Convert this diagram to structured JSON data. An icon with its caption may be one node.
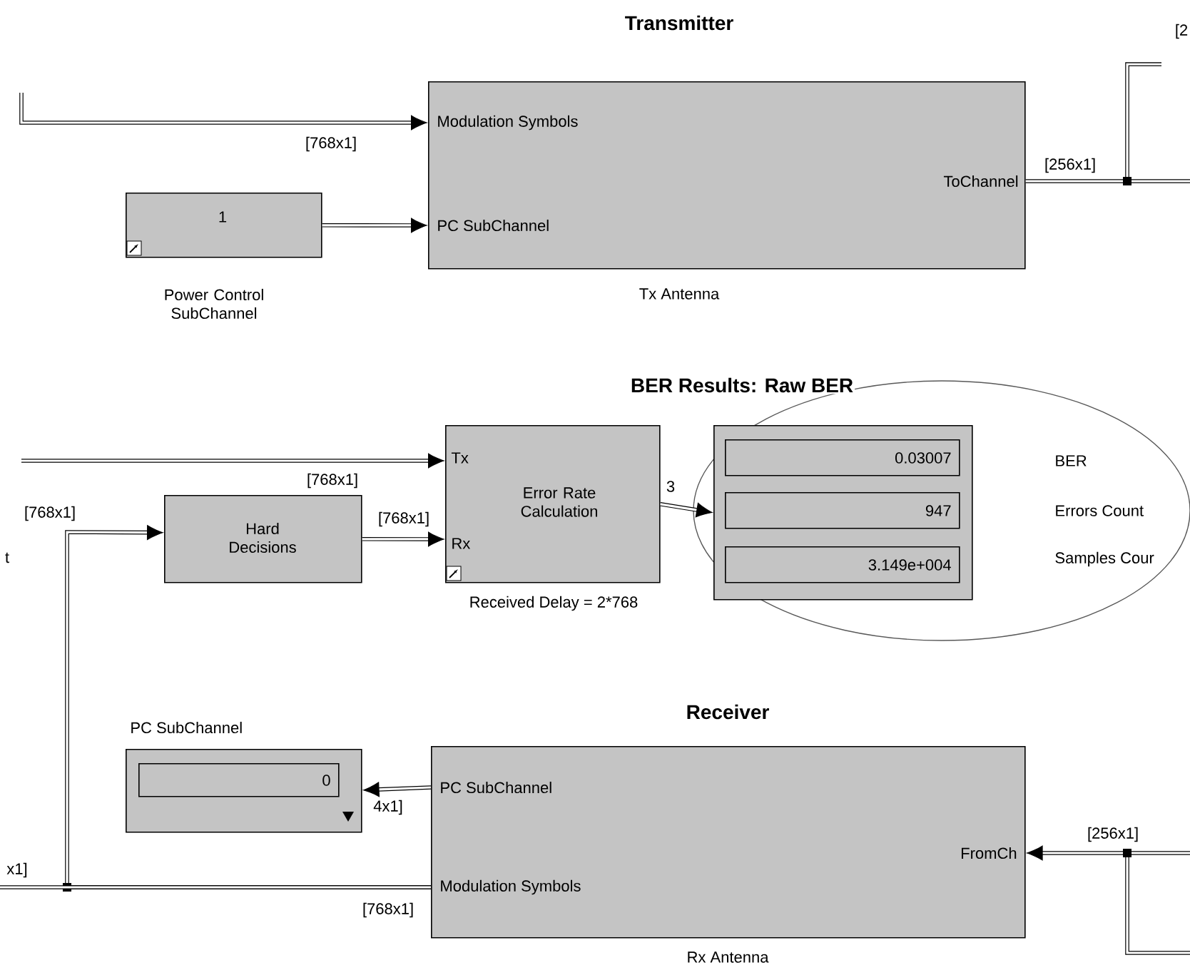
{
  "diagram": {
    "nodes": [
      {
        "text": [
          "Transmitter",
          "Modulation Symbols",
          "PC SubChannel",
          "ToChannel"
        ],
        "beside": [
          "Tx Antenna"
        ]
      },
      {
        "text": [
          "1"
        ],
        "beside": [
          "Power Control SubChannel"
        ]
      },
      {
        "text": [
          "Hard Decisions"
        ]
      },
      {
        "text": [
          "Tx",
          "Rx",
          "Error Rate Calculation"
        ],
        "beside": [
          "Received Delay = 2*768"
        ]
      },
      {
        "text": [],
        "shape": "box"
      },
      {
        "text": [
          "0.03007"
        ],
        "in": 4
      },
      {
        "text": [
          "947"
        ],
        "in": 4
      },
      {
        "text": [
          "3.149e+004"
        ],
        "in": 4
      },
      {
        "text": [
          "PC SubChannel"
        ]
      },
      {
        "text": [
          "0"
        ],
        "in": 8
      },
      {
        "text": [
          "Receiver",
          "PC SubChannel",
          "Modulation Symbols",
          "FromCh"
        ],
        "beside": [
          "Rx Antenna"
        ]
      }
    ],
    "edges": [
      {
        "from": null,
        "to": 0,
        "arrow": "to",
        "label": "[768x1]"
      },
      {
        "from": 1,
        "to": 0,
        "arrow": "to"
      },
      {
        "from": 0,
        "to": null,
        "arrow": "none",
        "label": "[256x1]"
      },
      {
        "from": null,
        "to": 3,
        "arrow": "to",
        "label": "[768x1]"
      },
      {
        "from": 2,
        "to": 3,
        "arrow": "to",
        "label": "[768x1]"
      },
      {
        "from": 10,
        "to": 2,
        "arrow": "to",
        "label": "[768x1]"
      },
      {
        "from": 10,
        "to": null,
        "arrow": "none",
        "label": "x1]"
      },
      {
        "from": 3,
        "to": 4,
        "arrow": "to",
        "label": "3"
      },
      {
        "from": 10,
        "to": 8,
        "arrow": "to",
        "label": "4x1]"
      },
      {
        "from": null,
        "to": 10,
        "arrow": "to",
        "label": "[256x1]"
      }
    ],
    "labels": [
      "[2",
      "BER Results: Raw BER",
      "BER",
      "Errors Count",
      "Samples Cour",
      "[768x1]",
      "t"
    ]
  }
}
